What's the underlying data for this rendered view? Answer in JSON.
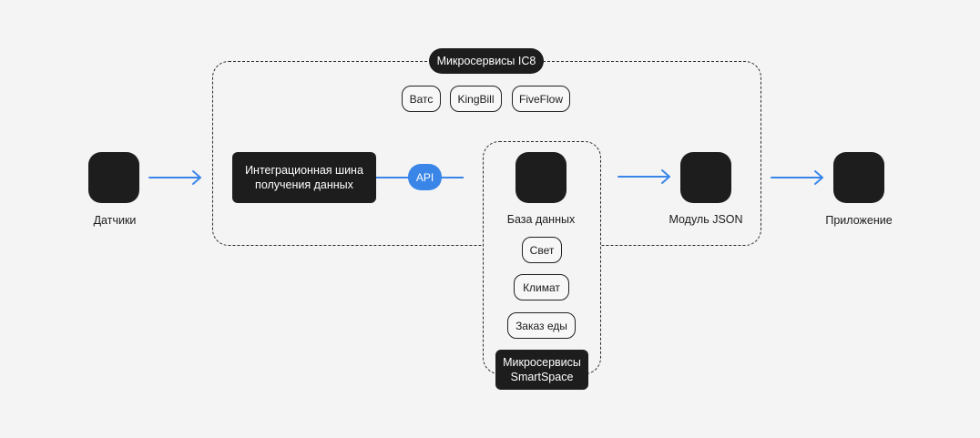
{
  "ic8_title": "Микросервисы IC8",
  "ic8_services": [
    "Ватс",
    "KingBill",
    "FiveFlow"
  ],
  "sensors_label": "Датчики",
  "integration_bus": "Интеграционная шина\nполучения данных",
  "api_label": "API",
  "database_label": "База данных",
  "smartspace_services": [
    "Свет",
    "Климат",
    "Заказ еды"
  ],
  "smartspace_title": "Микросервисы\nSmartSpace",
  "json_module_label": "Модуль JSON",
  "app_label": "Приложение",
  "colors": {
    "accent": "#3a86e8",
    "dark": "#1d1d1d",
    "background": "#f4f4f5"
  }
}
